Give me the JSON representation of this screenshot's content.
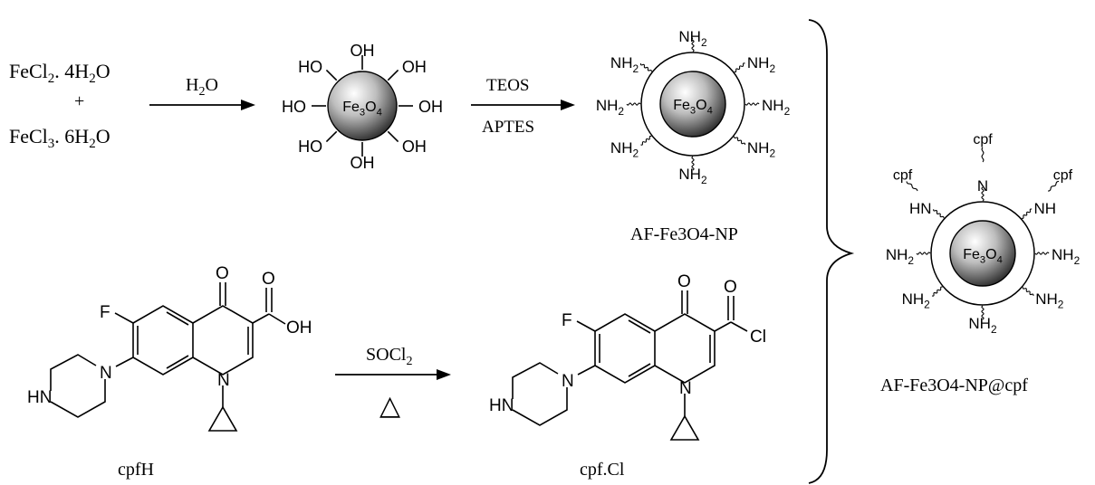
{
  "reagents": {
    "fecl2": "FeCl2. 4H2O",
    "plus": "+",
    "fecl3": "FeCl3. 6H2O"
  },
  "arrow1": {
    "above": "H2O"
  },
  "arrow2": {
    "above": "TEOS",
    "below": "APTES"
  },
  "arrow3": {
    "above": "SOCl2",
    "below": "△"
  },
  "groups": {
    "oh": "OH",
    "nh2": "NH2",
    "nh": "NH",
    "n": "N",
    "cpf": "cpf"
  },
  "core_label": "Fe3O4",
  "atoms": {
    "F": "F",
    "O": "O",
    "OH": "OH",
    "N": "N",
    "HN": "HN",
    "Cl": "Cl"
  },
  "labels": {
    "af_np": "AF-Fe3O4-NP",
    "cpfh": "cpfH",
    "cpfcl": "cpf.Cl",
    "af_np_cpf": "AF-Fe3O4-NP@cpf"
  },
  "colors": {
    "sphere_light": "#ffffff",
    "sphere_dark": "#2b2b2b",
    "line": "#000000"
  }
}
